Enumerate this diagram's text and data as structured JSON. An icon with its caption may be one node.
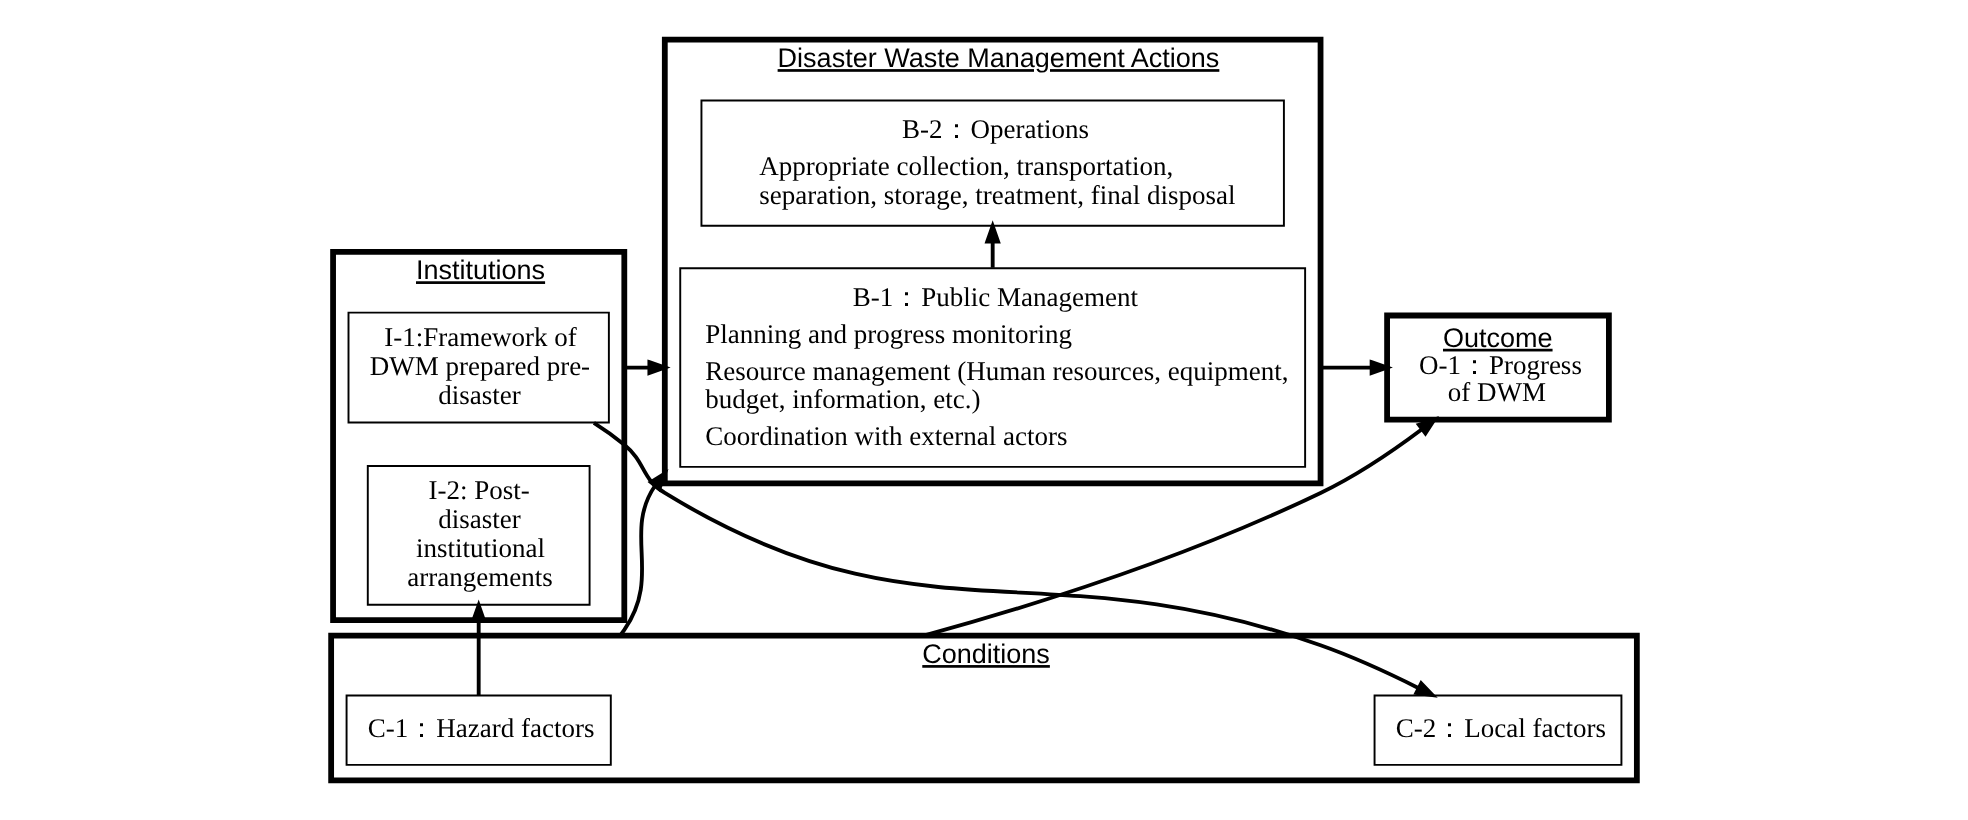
{
  "diagram": {
    "nodes": [
      {
        "text": [
          "Institutions"
        ]
      },
      {
        "text": [
          "I-1:Framework of DWM prepared pre-disaster"
        ],
        "in": 0
      },
      {
        "text": [
          "I-2: Post-disaster institutional arrangements"
        ],
        "in": 0
      },
      {
        "text": [
          "Disaster Waste Management Actions"
        ]
      },
      {
        "text": [
          "B-1：Public Management",
          "Planning and progress monitoring",
          "Resource management (Human resources, equipment, budget, information, etc.)",
          "Coordination with external actors"
        ],
        "in": 3
      },
      {
        "text": [
          "B-2：Operations",
          "Appropriate collection, transportation, separation, storage, treatment, final disposal"
        ],
        "in": 3
      },
      {
        "text": [
          "Outcome",
          "O-1：Progress of DWM"
        ]
      },
      {
        "text": [
          "Conditions"
        ]
      },
      {
        "text": [
          "C-1：Hazard factors"
        ],
        "in": 7
      },
      {
        "text": [
          "C-2：Local factors"
        ],
        "in": 7
      }
    ],
    "edges": [
      {
        "from": 0,
        "to": 3,
        "arrow": "to"
      },
      {
        "from": 4,
        "to": 5,
        "arrow": "to"
      },
      {
        "from": 3,
        "to": 6,
        "arrow": "to"
      },
      {
        "from": 8,
        "to": 2,
        "arrow": "to"
      },
      {
        "from": 7,
        "to": 3,
        "arrow": "to"
      },
      {
        "from": 7,
        "to": 6,
        "arrow": "to"
      },
      {
        "from": 1,
        "to": 9,
        "arrow": "to"
      }
    ]
  }
}
